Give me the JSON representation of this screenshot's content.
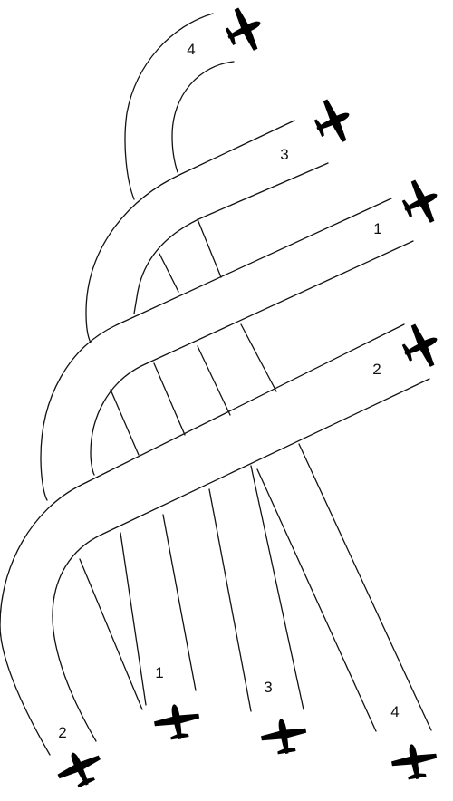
{
  "diagram": {
    "labels": {
      "top_4": "4",
      "top_3": "3",
      "top_1": "1",
      "top_2": "2",
      "bottom_2": "2",
      "bottom_1": "1",
      "bottom_3": "3",
      "bottom_4": "4"
    },
    "icons": {
      "airplane": "airplane-icon"
    },
    "colors": {
      "stroke": "#111111",
      "airplane": "#9a9a9a"
    }
  }
}
